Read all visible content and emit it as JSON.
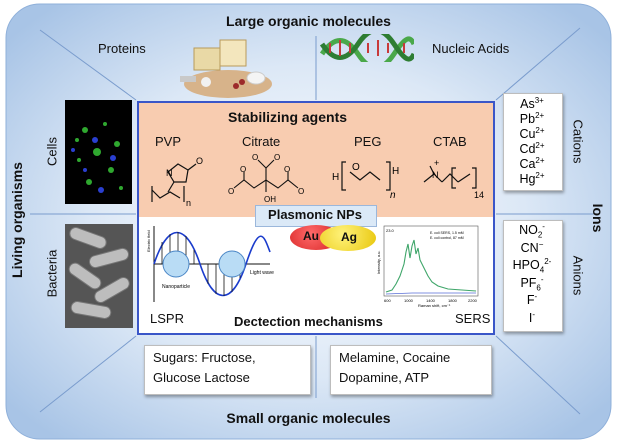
{
  "header": {
    "top": "Large organic molecules",
    "bottom": "Small organic molecules",
    "left": "Living organisms",
    "right": "Ions"
  },
  "corners": {
    "proteins": "Proteins",
    "nucleic_acids": "Nucleic Acids",
    "cells": "Cells",
    "bacteria": "Bacteria",
    "cations": "Cations",
    "anions": "Anions"
  },
  "center": {
    "stabilizing_title": "Stabilizing agents",
    "agents": [
      "PVP",
      "Citrate",
      "PEG",
      "CTAB"
    ],
    "plasmonic_label": "Plasmonic NPs",
    "metals": [
      "Au",
      "Ag"
    ],
    "detection_title": "Dectection mechanisms",
    "lspr": "LSPR",
    "sers": "SERS",
    "ctab_subscript": "14",
    "peg_subscript": "n",
    "pvp_subscript": "n",
    "graph_labels": {
      "electric_field": "Electric field",
      "nanoparticle": "Nanoparticle",
      "light_wave": "Light wave",
      "intensity": "Intensity, a.u.",
      "raman_shift": "Raman shift, cm⁻¹",
      "legend1": "E. coli SERS, 1.5 mM",
      "legend2": "E. coli control, 87 mM",
      "y_top": "23.0",
      "x_ticks": [
        "600",
        "1000",
        "1400",
        "1800",
        "2200"
      ]
    }
  },
  "cations": [
    {
      "base": "As",
      "charge": "3+"
    },
    {
      "base": "Pb",
      "charge": "2+"
    },
    {
      "base": "Cu",
      "charge": "2+"
    },
    {
      "base": "Cd",
      "charge": "2+"
    },
    {
      "base": "Ca",
      "charge": "2+"
    },
    {
      "base": "Hg",
      "charge": "2+"
    }
  ],
  "anions": [
    {
      "base": "NO",
      "sub": "2",
      "charge": "-"
    },
    {
      "base": "CN",
      "sub": "",
      "charge": "−"
    },
    {
      "base": "HPO",
      "sub": "4",
      "charge": "2-"
    },
    {
      "base": "PF",
      "sub": "6",
      "charge": "-"
    },
    {
      "base": "F",
      "sub": "",
      "charge": "-"
    },
    {
      "base": "I",
      "sub": "",
      "charge": "-"
    }
  ],
  "small_molecules": {
    "left_line1": "Sugars: Fructose,",
    "left_line2": "Glucose Lactose",
    "right_line1": "Melamine, Cocaine",
    "right_line2": "Dopamine,  ATP"
  },
  "colors": {
    "background_blue": "#a8c4e6",
    "panel_peach": "#f8ccb0",
    "gold": "#f2d20c",
    "red": "#e02020",
    "sers_green": "#3fa66a",
    "center_border": "#3a56c8"
  }
}
